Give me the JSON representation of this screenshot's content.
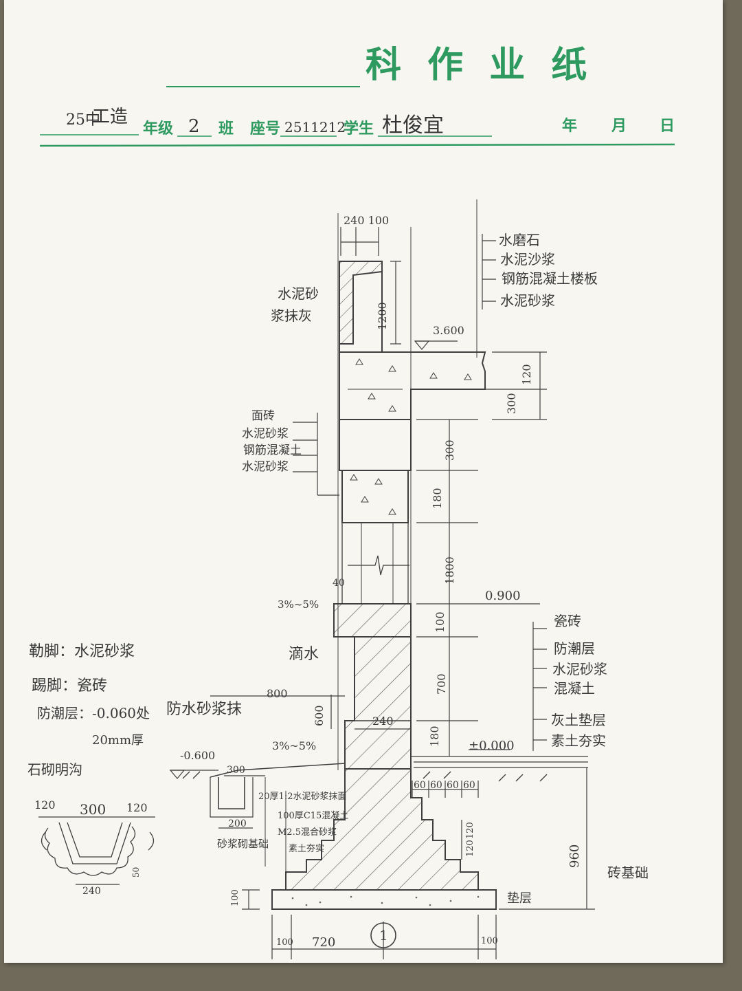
{
  "header": {
    "title": "科 作 业 纸",
    "title_blank": "",
    "grade_prefix": "25中",
    "grade_value": "工造",
    "grade_label": "年级",
    "class_value": "2",
    "class_label": "班",
    "seat_label": "座号",
    "seat_value": "2511212",
    "student_label": "学生",
    "student_name": "杜俊宜",
    "year_label": "年",
    "month_label": "月",
    "day_label": "日"
  },
  "colors": {
    "paper": "#f7f6f1",
    "header_green": "#2e9a60",
    "pencil": "#3f3f3f"
  },
  "drawing": {
    "parapet": {
      "dim_top": "240 100",
      "dim_height": "1200",
      "note_lines": [
        "水泥砂",
        "浆抹灰"
      ]
    },
    "roof_layers": [
      "水磨石",
      "水泥沙浆",
      "钢筋混凝土楼板",
      "水泥砂浆"
    ],
    "roof_level": "3.600",
    "slab_dims": [
      "120",
      "300"
    ],
    "lintel_layers": [
      "面砖",
      "水泥砂浆",
      "钢筋混凝土",
      "水泥砂浆"
    ],
    "wall_dims": [
      "300",
      "180",
      "1800",
      "100",
      "700",
      "180"
    ],
    "sill_level": "0.900",
    "sill_slope": "3%~5%",
    "drip_note": "滴水",
    "small_dim": "40",
    "floor_layers": [
      "瓷砖",
      "防潮层",
      "水泥砂浆",
      "混凝土",
      "灰土垫层",
      "素土夯实"
    ],
    "left_notes": [
      "勒脚：水泥砂浆",
      "踢脚：瓷砖",
      "防潮层：-0.060处",
      "20mm厚"
    ],
    "ditch_title": "石砌明沟",
    "ditch_dims": [
      "120",
      "300",
      "120",
      "240",
      "50"
    ],
    "plinth_note": "防水砂浆抹",
    "plinth_width": "800",
    "plinth_height": "600",
    "wall_width": "240",
    "ground_level": "±0.000",
    "outdoor_level": "-0.600",
    "apron_slope": "3%~5%",
    "apron_width": "300",
    "ditch_width": "200",
    "ditch_base": "砂浆砌基础",
    "apron_layers": [
      "20厚1:2水泥砂浆抹面",
      "100厚C15混凝土",
      "M2.5混合砂浆",
      "素土夯实"
    ],
    "footing_steps": [
      "60",
      "60",
      "60",
      "60"
    ],
    "footing_step_heights": [
      "120",
      "120"
    ],
    "footing_depth": "960",
    "footing_label": "砖基础",
    "cushion_label": "垫层",
    "cushion_thickness": "100",
    "bottom_dims": [
      "100",
      "720",
      "100"
    ],
    "axis_label": "1"
  }
}
